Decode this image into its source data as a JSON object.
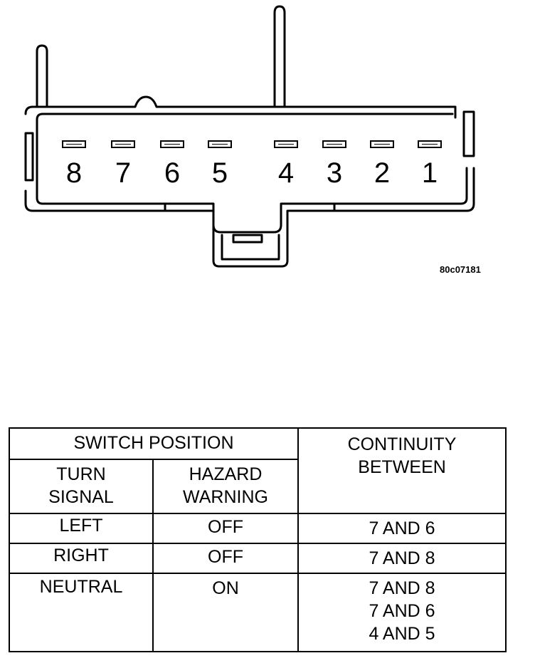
{
  "diagram": {
    "pins": [
      "8",
      "7",
      "6",
      "5",
      "4",
      "3",
      "2",
      "1"
    ],
    "figure_id": "80c07181"
  },
  "table": {
    "header": {
      "switch_position": "SWITCH POSITION",
      "turn_signal": "TURN\nSIGNAL",
      "hazard_warning": "HAZARD\nWARNING",
      "continuity_between": "CONTINUITY\nBETWEEN"
    },
    "rows": [
      {
        "turn_signal": "LEFT",
        "hazard_warning": "OFF",
        "continuity": "7 AND 6"
      },
      {
        "turn_signal": "RIGHT",
        "hazard_warning": "OFF",
        "continuity": "7 AND 8"
      },
      {
        "turn_signal": "NEUTRAL",
        "hazard_warning": "ON",
        "continuity": "7 AND 8\n7 AND 6\n4 AND 5"
      }
    ]
  }
}
